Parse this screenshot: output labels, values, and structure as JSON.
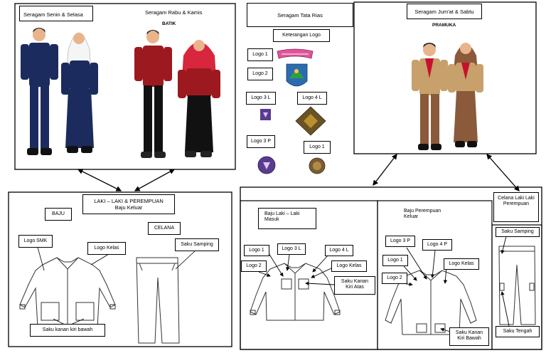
{
  "uniforms": {
    "mon_tue": {
      "title": "Seragam Senin & Selasa"
    },
    "wed_thu": {
      "title": "Seragam Rabu & Kamis",
      "subtitle": "BATIK"
    },
    "fri_sat": {
      "title": "Seragam Jum'at & Sabtu",
      "subtitle": "PRAMUKA"
    }
  },
  "tata_rias": {
    "title": "Seragam Tata Rias",
    "legend_title": "Keterangan Logo",
    "logos": [
      "Logo 1",
      "Logo 2",
      "Logo 3 L",
      "Logo 4 L",
      "Logo 3 P",
      "Logo 1"
    ]
  },
  "bottom_left": {
    "header": "LAKI – LAKI & PEREMPUAN",
    "header_sub": "Baju Keluar",
    "baju": "BAJU",
    "celana": "CELANA",
    "logo_smk": "Logo SMK",
    "logo_kelas": "Logo Kelas",
    "saku_samping": "Saku Samping",
    "saku_bawah": "Saku kanan kiri bawah"
  },
  "bottom_right": {
    "male": {
      "title": "Baju Laki – Laki",
      "subtitle": "Masuk",
      "logo1": "Logo 1",
      "logo2": "Logo 2",
      "logo3": "Logo 3 L",
      "logo4": "Logo 4 L",
      "logo_kelas": "Logo Kelas",
      "saku": "Saku Kanan Kiri Atas"
    },
    "female": {
      "title": "Baju Perempuan",
      "subtitle": "Keluar",
      "logo3": "Logo 3 P",
      "logo4": "Logo 4 P",
      "logo1": "Logo 1",
      "logo2": "Logo 2",
      "logo_kelas": "Logo Kelas",
      "saku": "Saku Kanan Kiri Bawah"
    },
    "pants": {
      "title": "Celana Laki Laki Perempuan",
      "saku_samping": "Saku Samping",
      "saku_tengah": "Saku Tengah"
    }
  },
  "colors": {
    "navy": "#1c2b5e",
    "maroon": "#9c1a1f",
    "red_hijab": "#d7263d",
    "scout_tan": "#c7a06b",
    "scout_brown": "#8a5a3b",
    "black": "#111111",
    "skin": "#e9b48b"
  }
}
